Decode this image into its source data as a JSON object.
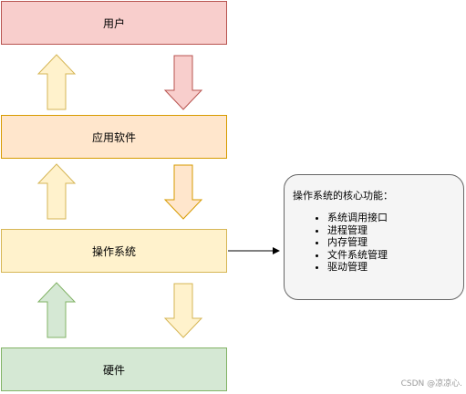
{
  "layers": {
    "user": "用户",
    "application": "应用软件",
    "os": "操作系统",
    "hardware": "硬件"
  },
  "callout": {
    "title": "操作系统的核心功能：",
    "items": [
      "系统调用接口",
      "进程管理",
      "内存管理",
      "文件系统管理",
      "驱动管理"
    ]
  },
  "watermark": "CSDN @凉凉心.",
  "colors": {
    "user_fill": "#f8cecc",
    "user_border": "#b85450",
    "app_fill": "#ffe6cc",
    "app_border": "#d79b00",
    "os_fill": "#fff2cc",
    "os_border": "#d6b656",
    "hw_fill": "#d5e8d4",
    "hw_border": "#82b366",
    "callout_fill": "#f5f5f5",
    "callout_border": "#666666"
  }
}
